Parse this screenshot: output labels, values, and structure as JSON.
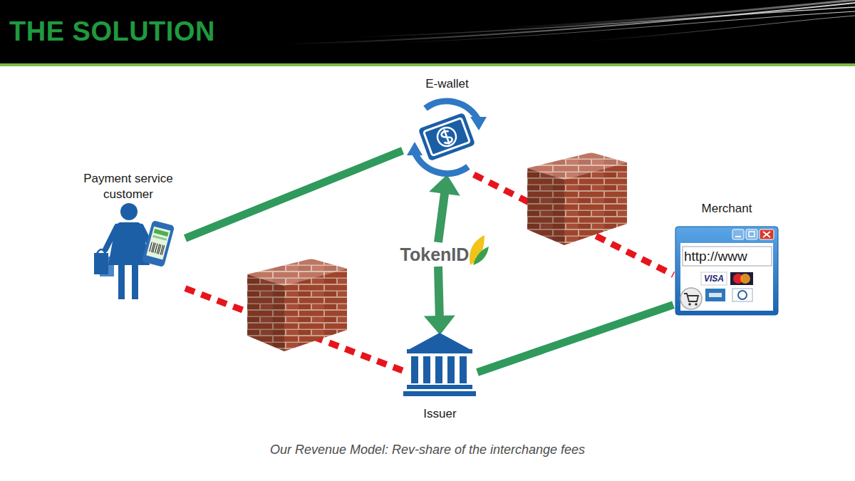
{
  "diagram": {
    "title": "THE SOLUTION",
    "caption": "Our Revenue Model: Rev-share of the interchange fees",
    "nodes": [
      {
        "text": [
          "E-wallet"
        ]
      },
      {
        "text": [
          "Payment service customer"
        ]
      },
      {
        "text": [
          "Merchant",
          "http://www",
          "VISA"
        ]
      },
      {
        "text": [
          "TokenID"
        ]
      },
      {
        "text": [
          "Issuer"
        ]
      }
    ],
    "edges": [
      {
        "from": 1,
        "to": 0,
        "arrow": "none"
      },
      {
        "from": 0,
        "to": 2,
        "arrow": "none"
      },
      {
        "from": 1,
        "to": 4,
        "arrow": "none"
      },
      {
        "from": 4,
        "to": 2,
        "arrow": "none"
      },
      {
        "from": 3,
        "to": 0,
        "arrow": "to"
      },
      {
        "from": 3,
        "to": 4,
        "arrow": "to"
      }
    ]
  }
}
